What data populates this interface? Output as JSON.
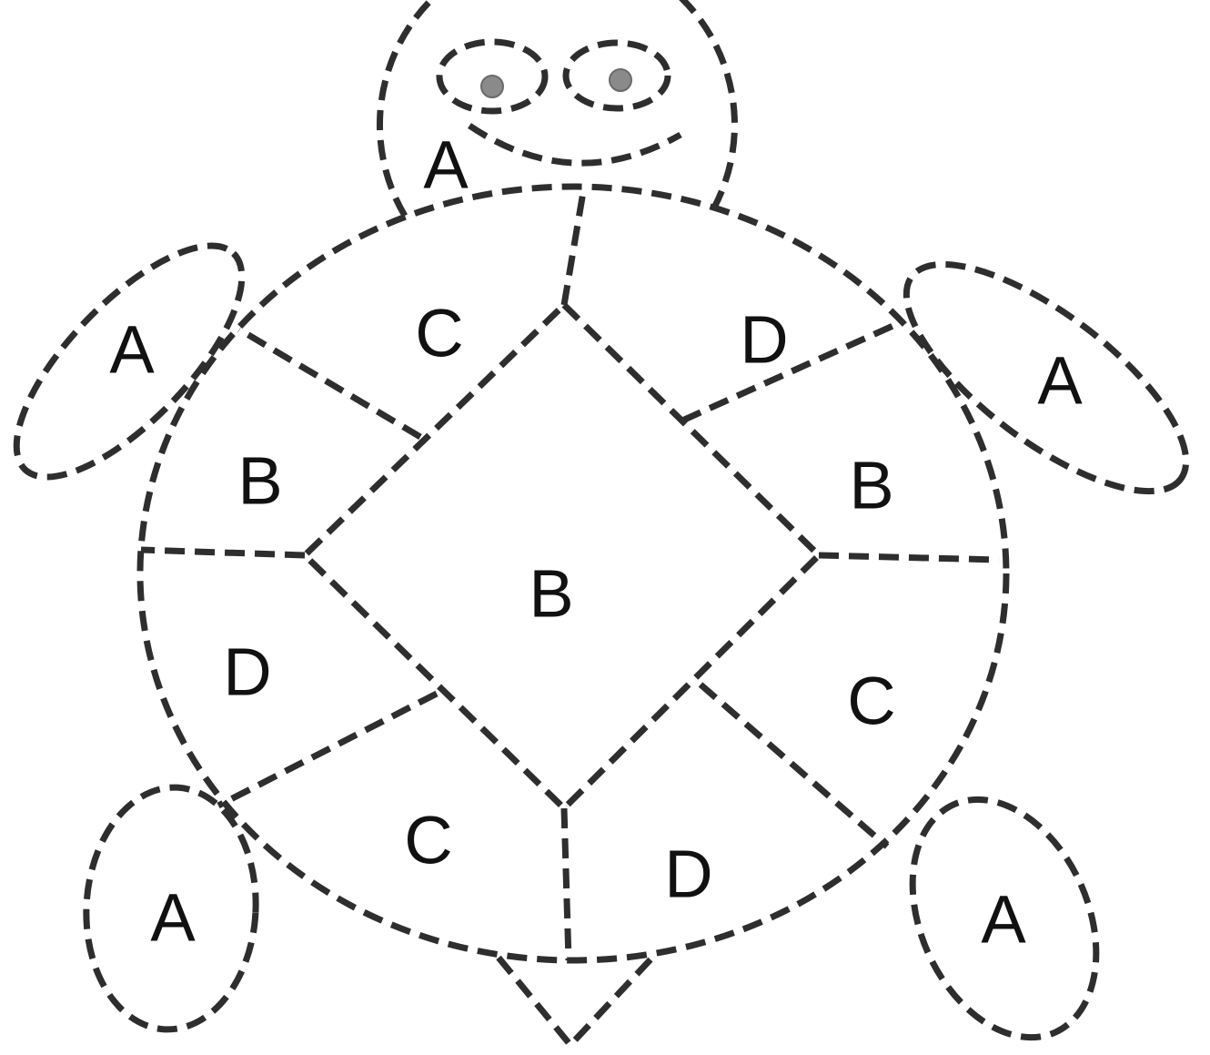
{
  "diagram": {
    "labels": {
      "head": "A",
      "flipper_front_left": "A",
      "flipper_front_right": "A",
      "flipper_back_left": "A",
      "flipper_back_right": "A",
      "region_top_left": "C",
      "region_top_right": "D",
      "region_left_upper": "B",
      "region_right_upper": "B",
      "region_center": "B",
      "region_left_lower": "D",
      "region_right_lower": "C",
      "region_bottom_left": "C",
      "region_bottom_right": "D"
    },
    "colors": {
      "stroke": "#2e2e2e",
      "pupil": "#8a8a8a",
      "background": "#ffffff"
    }
  }
}
